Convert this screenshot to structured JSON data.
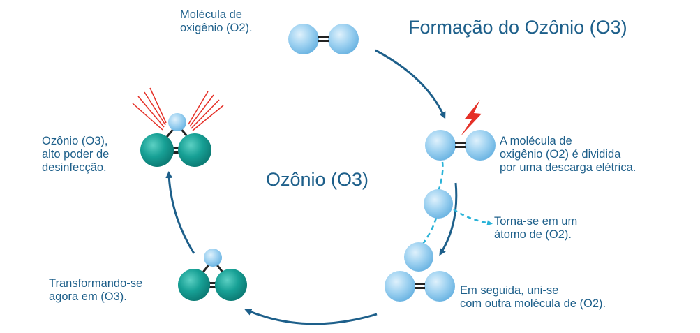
{
  "title": "Formação do Ozônio (O3)",
  "center_label": "Ozônio (O3)",
  "colors": {
    "text": "#1d5f8a",
    "oxygen_light": "#8fc9ee",
    "ozone_teal": "#159e96",
    "arrow": "#1d5f8a",
    "dashed": "#2ab3d8",
    "spark": "#e53027",
    "rays": "#e53027"
  },
  "labels": {
    "o2_molecule": [
      "Molécula de",
      "oxigênio (O2)."
    ],
    "split": [
      "A molécula de",
      "oxigênio (O2) é dividida",
      "por uma  descarga elétrica."
    ],
    "atom": [
      "Torna-se em um",
      "átomo de (O2)."
    ],
    "joins": [
      "Em seguida, uni-se",
      "com outra molécula de (O2)."
    ],
    "transforming": [
      "Transformando-se",
      "agora em (O3)."
    ],
    "ozone": [
      "Ozônio (O3),",
      "alto poder de",
      "desinfecção."
    ]
  },
  "icons": [
    "lightning-icon",
    "disinfection-rays-icon"
  ]
}
